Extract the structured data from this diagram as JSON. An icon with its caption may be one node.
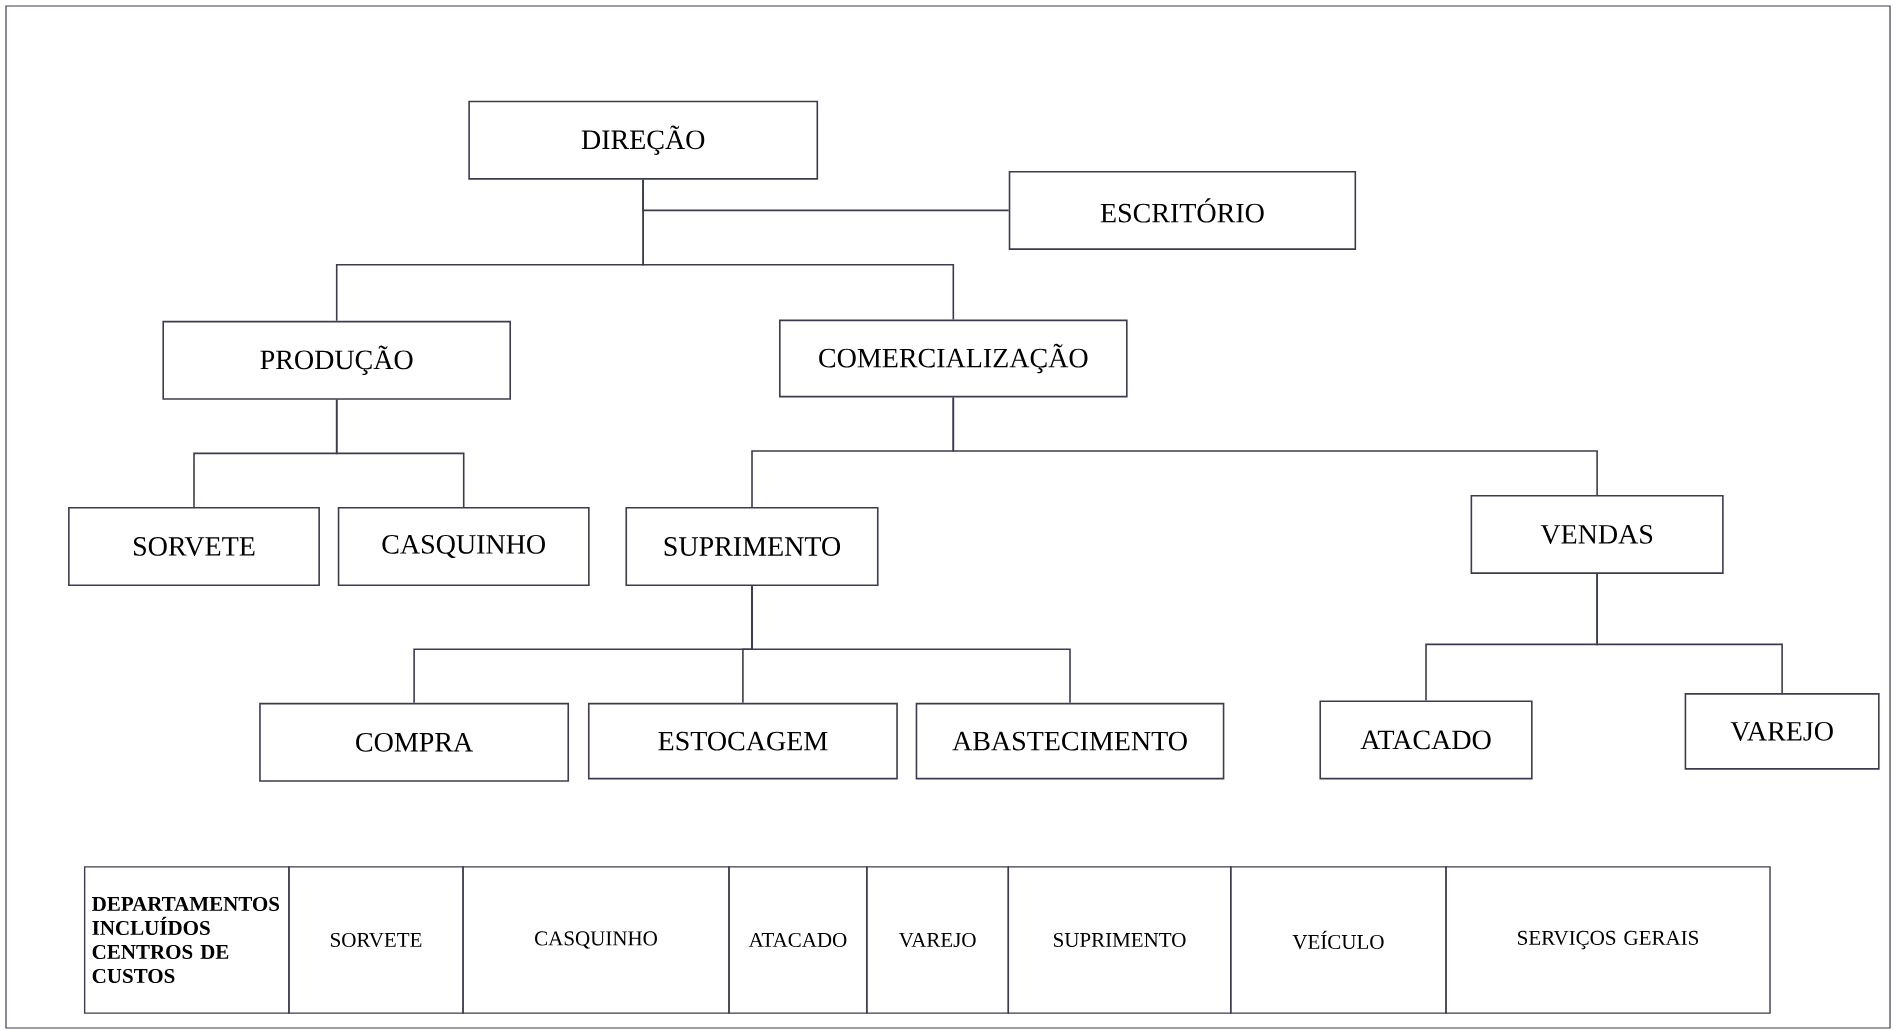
{
  "diagram": {
    "nodes": [
      {
        "text": [
          "DIREÇÃO"
        ]
      },
      {
        "text": [
          "ESCRITÓRIO"
        ]
      },
      {
        "text": [
          "PRODUÇÃO"
        ]
      },
      {
        "text": [
          "COMERCIALIZAÇÃO"
        ]
      },
      {
        "text": [
          "SORVETE"
        ]
      },
      {
        "text": [
          "CASQUINHO"
        ]
      },
      {
        "text": [
          "SUPRIMENTO"
        ]
      },
      {
        "text": [
          "VENDAS"
        ]
      },
      {
        "text": [
          "COMPRA"
        ]
      },
      {
        "text": [
          "ESTOCAGEM"
        ]
      },
      {
        "text": [
          "ABASTECIMENTO"
        ]
      },
      {
        "text": [
          "ATACADO"
        ]
      },
      {
        "text": [
          "VAREJO"
        ]
      }
    ],
    "edges": [
      {
        "from": 0,
        "to": 1,
        "arrow": "none"
      },
      {
        "from": 0,
        "to": 2,
        "arrow": "none"
      },
      {
        "from": 0,
        "to": 3,
        "arrow": "none"
      },
      {
        "from": 2,
        "to": 4,
        "arrow": "none"
      },
      {
        "from": 2,
        "to": 5,
        "arrow": "none"
      },
      {
        "from": 3,
        "to": 6,
        "arrow": "none"
      },
      {
        "from": 3,
        "to": 7,
        "arrow": "none"
      },
      {
        "from": 6,
        "to": 8,
        "arrow": "none"
      },
      {
        "from": 6,
        "to": 9,
        "arrow": "none"
      },
      {
        "from": 6,
        "to": 10,
        "arrow": "none"
      },
      {
        "from": 7,
        "to": 11,
        "arrow": "none"
      },
      {
        "from": 7,
        "to": 12,
        "arrow": "none"
      }
    ],
    "labels": [
      "DEPARTAMENTOS INCLUÍDOS CENTROS DE CUSTOS",
      "SORVETE",
      "CASQUINHO",
      "ATACADO",
      "VAREJO",
      "SUPRIMENTO",
      "VEÍCULO",
      "SERVIÇOS GERAIS"
    ]
  }
}
